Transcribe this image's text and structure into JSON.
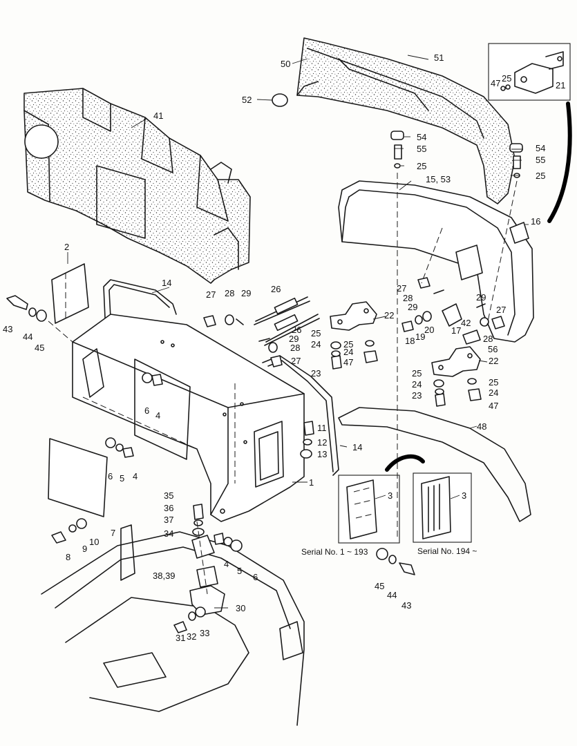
{
  "callouts": [
    {
      "id": "1",
      "text": "1"
    },
    {
      "id": "2",
      "text": "2"
    },
    {
      "id": "3a",
      "text": "3"
    },
    {
      "id": "3b",
      "text": "3"
    },
    {
      "id": "4a",
      "text": "4"
    },
    {
      "id": "4b",
      "text": "4"
    },
    {
      "id": "4c",
      "text": "4"
    },
    {
      "id": "5a",
      "text": "5"
    },
    {
      "id": "5b",
      "text": "5"
    },
    {
      "id": "6a",
      "text": "6"
    },
    {
      "id": "6b",
      "text": "6"
    },
    {
      "id": "6c",
      "text": "6"
    },
    {
      "id": "7",
      "text": "7"
    },
    {
      "id": "8",
      "text": "8"
    },
    {
      "id": "9",
      "text": "9"
    },
    {
      "id": "10",
      "text": "10"
    },
    {
      "id": "11",
      "text": "11"
    },
    {
      "id": "12",
      "text": "12"
    },
    {
      "id": "13",
      "text": "13"
    },
    {
      "id": "14a",
      "text": "14"
    },
    {
      "id": "14b",
      "text": "14"
    },
    {
      "id": "15",
      "text": "15, 53"
    },
    {
      "id": "16",
      "text": "16"
    },
    {
      "id": "17",
      "text": "17"
    },
    {
      "id": "18",
      "text": "18"
    },
    {
      "id": "19",
      "text": "19"
    },
    {
      "id": "20",
      "text": "20"
    },
    {
      "id": "21",
      "text": "21"
    },
    {
      "id": "22a",
      "text": "22"
    },
    {
      "id": "22b",
      "text": "22"
    },
    {
      "id": "23a",
      "text": "23"
    },
    {
      "id": "23b",
      "text": "23"
    },
    {
      "id": "24a",
      "text": "24"
    },
    {
      "id": "24b",
      "text": "24"
    },
    {
      "id": "24c",
      "text": "24"
    },
    {
      "id": "24d",
      "text": "24"
    },
    {
      "id": "25a",
      "text": "25"
    },
    {
      "id": "25b",
      "text": "25"
    },
    {
      "id": "25c",
      "text": "25"
    },
    {
      "id": "25d",
      "text": "25"
    },
    {
      "id": "25e",
      "text": "25"
    },
    {
      "id": "25f",
      "text": "25"
    },
    {
      "id": "25g",
      "text": "25"
    },
    {
      "id": "26a",
      "text": "26"
    },
    {
      "id": "26b",
      "text": "26"
    },
    {
      "id": "27a",
      "text": "27"
    },
    {
      "id": "27b",
      "text": "27"
    },
    {
      "id": "27c",
      "text": "27"
    },
    {
      "id": "27d",
      "text": "27"
    },
    {
      "id": "28a",
      "text": "28"
    },
    {
      "id": "28b",
      "text": "28"
    },
    {
      "id": "28c",
      "text": "28"
    },
    {
      "id": "28d",
      "text": "28"
    },
    {
      "id": "29a",
      "text": "29"
    },
    {
      "id": "29b",
      "text": "29"
    },
    {
      "id": "29c",
      "text": "29"
    },
    {
      "id": "29d",
      "text": "29"
    },
    {
      "id": "30",
      "text": "30"
    },
    {
      "id": "31",
      "text": "31"
    },
    {
      "id": "32",
      "text": "32"
    },
    {
      "id": "33",
      "text": "33"
    },
    {
      "id": "34",
      "text": "34"
    },
    {
      "id": "35",
      "text": "35"
    },
    {
      "id": "36",
      "text": "36"
    },
    {
      "id": "37",
      "text": "37"
    },
    {
      "id": "3839",
      "text": "38,39"
    },
    {
      "id": "41",
      "text": "41"
    },
    {
      "id": "42",
      "text": "42"
    },
    {
      "id": "43a",
      "text": "43"
    },
    {
      "id": "43b",
      "text": "43"
    },
    {
      "id": "44a",
      "text": "44"
    },
    {
      "id": "44b",
      "text": "44"
    },
    {
      "id": "45a",
      "text": "45"
    },
    {
      "id": "45b",
      "text": "45"
    },
    {
      "id": "47a",
      "text": "47"
    },
    {
      "id": "47b",
      "text": "47"
    },
    {
      "id": "47c",
      "text": "47"
    },
    {
      "id": "48",
      "text": "48"
    },
    {
      "id": "50",
      "text": "50"
    },
    {
      "id": "51",
      "text": "51"
    },
    {
      "id": "52",
      "text": "52"
    },
    {
      "id": "54a",
      "text": "54"
    },
    {
      "id": "54b",
      "text": "54"
    },
    {
      "id": "55a",
      "text": "55"
    },
    {
      "id": "55b",
      "text": "55"
    },
    {
      "id": "56",
      "text": "56"
    }
  ],
  "captions": {
    "serial_early": "Serial No. 1 ~ 193",
    "serial_late": "Serial No. 194 ~"
  }
}
